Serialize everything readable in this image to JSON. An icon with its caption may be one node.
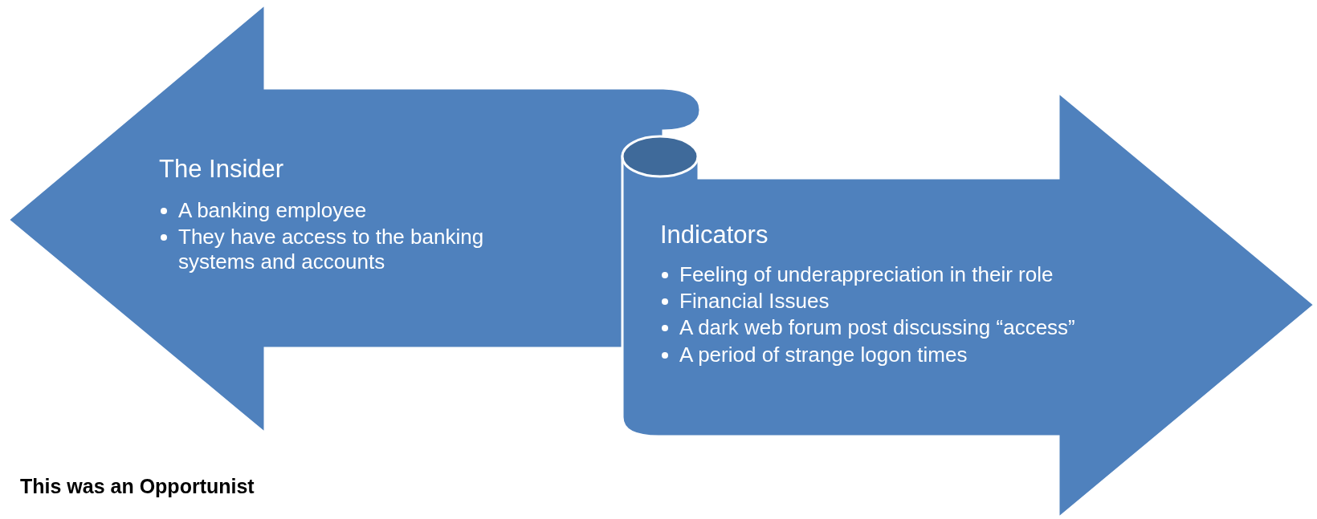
{
  "diagram": {
    "nodes": [
      {
        "text": [
          "The Insider",
          "A banking employee",
          "They have access to the banking systems and accounts"
        ]
      },
      {
        "text": [
          "Indicators",
          "Feeling of underappreciation in their role",
          "Financial Issues",
          "A dark web forum post discussing “access”",
          "A period of strange logon times"
        ]
      }
    ],
    "labels": [
      "This was an Opportunist"
    ]
  }
}
